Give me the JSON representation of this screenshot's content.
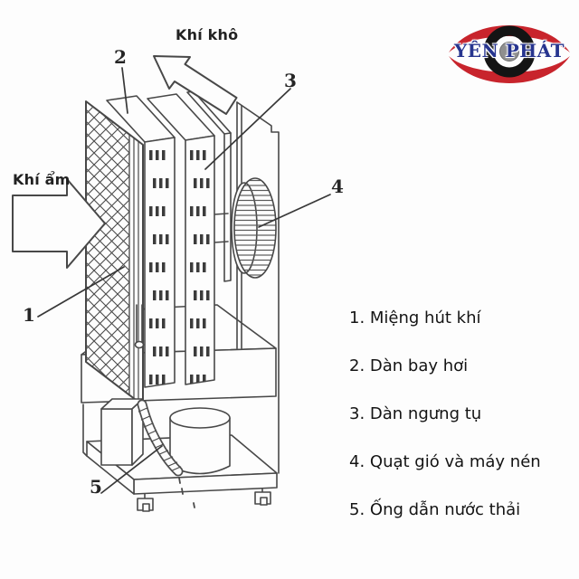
{
  "logo": {
    "text": "YÊN PHÁT",
    "colors": {
      "red": "#c8242c",
      "blue": "#27358f",
      "ring": "#141414",
      "pupil": "#8f8f8f"
    }
  },
  "diagram": {
    "labels": {
      "dry_air": "Khí khô",
      "humid_air": "Khí ẩm"
    },
    "line_color": "#484848",
    "callouts": [
      {
        "num": "1",
        "part": "Miệng hút khí"
      },
      {
        "num": "2",
        "part": "Dàn bay hơi"
      },
      {
        "num": "3",
        "part": "Dàn ngưng tụ"
      },
      {
        "num": "4",
        "part": "Quạt gió và máy nén"
      },
      {
        "num": "5",
        "part": "Ống dẫn nước thải"
      }
    ]
  },
  "legend": {
    "items": [
      {
        "text": "1. Miệng hút khí"
      },
      {
        "text": "2. Dàn bay hơi"
      },
      {
        "text": "3. Dàn ngưng tụ"
      },
      {
        "text": "4. Quạt gió và máy nén"
      },
      {
        "text": "5. Ống dẫn nước thải"
      }
    ]
  }
}
